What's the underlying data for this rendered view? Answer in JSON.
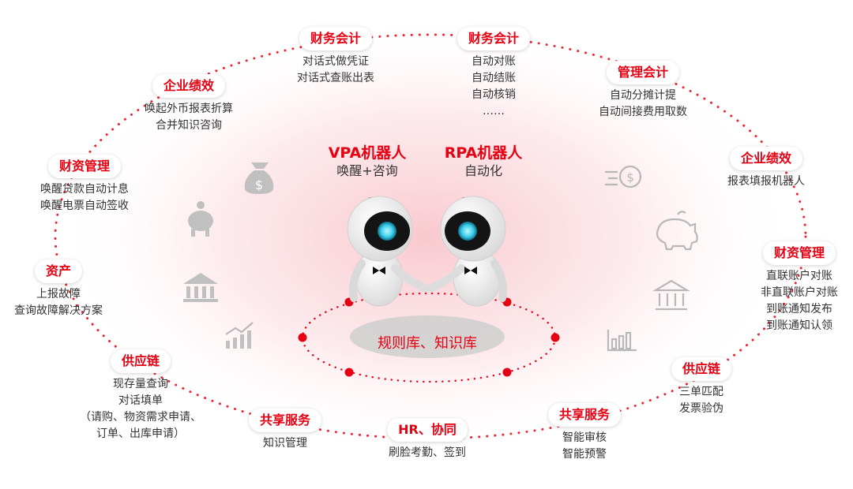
{
  "robots": [
    {
      "title": "VPA机器人",
      "subtitle": "唤醒+咨询"
    },
    {
      "title": "RPA机器人",
      "subtitle": "自动化"
    }
  ],
  "center_label": "规则库、知识库",
  "nodes": [
    {
      "title": "财务会计",
      "lines": [
        "对话式做凭证",
        "对话式查账出表"
      ]
    },
    {
      "title": "财务会计",
      "lines": [
        "自动对账",
        "自动结账",
        "自动核销",
        "……"
      ]
    },
    {
      "title": "管理会计",
      "lines": [
        "自动分摊计提",
        "自动间接费用取数"
      ]
    },
    {
      "title": "企业绩效",
      "lines": [
        "报表填报机器人"
      ]
    },
    {
      "title": "财资管理",
      "lines": [
        "直联账户对账",
        "非直联账户对账",
        "到账通知发布",
        "到账通知认领"
      ]
    },
    {
      "title": "供应链",
      "lines": [
        "三单匹配",
        "发票验伪"
      ]
    },
    {
      "title": "共享服务",
      "lines": [
        "智能审核",
        "智能预警"
      ]
    },
    {
      "title": "HR、协同",
      "lines": [
        "刷脸考勤、签到"
      ]
    },
    {
      "title": "共享服务",
      "lines": [
        "知识管理"
      ]
    },
    {
      "title": "供应链",
      "lines": [
        "现存量查询",
        "对话填单",
        "（请购、物资需求申请、",
        "订单、出库申请）"
      ]
    },
    {
      "title": "资产",
      "lines": [
        "上报故障",
        "查询故障解决方案"
      ]
    },
    {
      "title": "财资管理",
      "lines": [
        "唤醒贷款自动计息",
        "唤醒电票自动签收"
      ]
    },
    {
      "title": "企业绩效",
      "lines": [
        "唤起外币报表折算",
        "合并知识咨询"
      ]
    }
  ],
  "icons": [
    "money-bag-icon",
    "piggy-bank-icon",
    "bank-icon",
    "growth-chart-icon",
    "coin-speed-icon",
    "piggy-bank-icon",
    "bank-icon",
    "bar-chart-icon"
  ],
  "colors": {
    "accent": "#e60012",
    "icon_gray": "#b8b8b8",
    "text": "#333333"
  }
}
